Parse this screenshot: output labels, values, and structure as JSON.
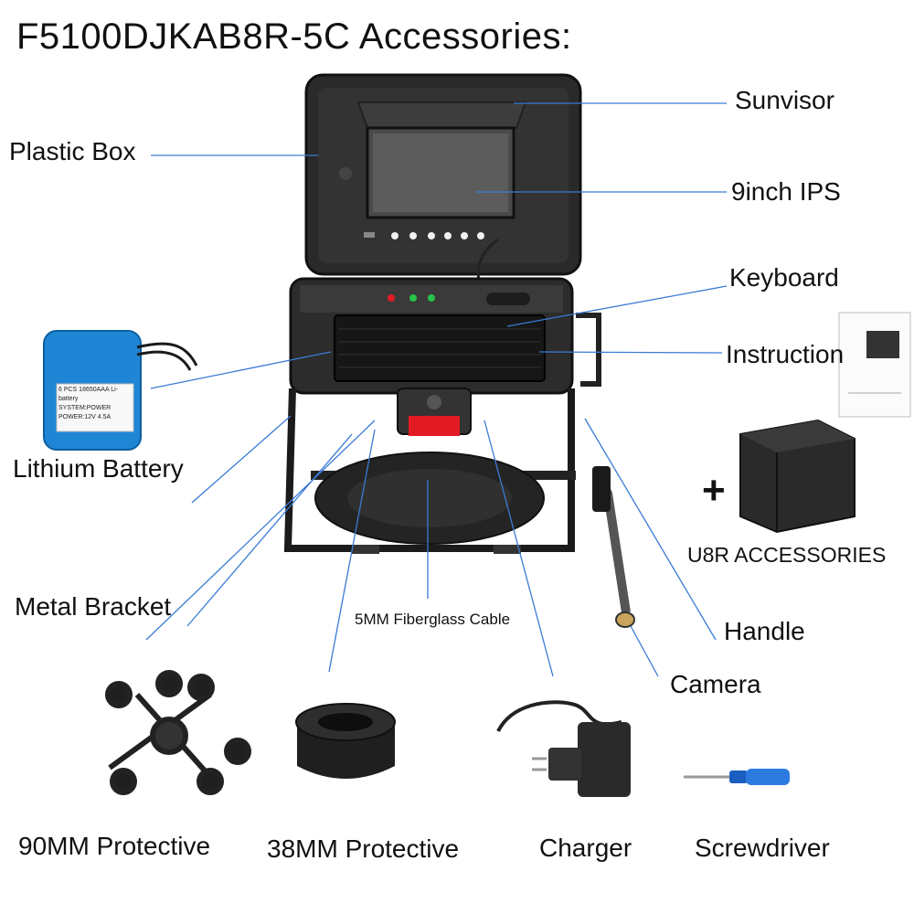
{
  "title": "F5100DJKAB8R-5C  Accessories:",
  "labels": {
    "sunvisor": "Sunvisor",
    "plastic_box": "Plastic Box",
    "ips": "9inch IPS",
    "keyboard": "Keyboard",
    "instruction": "Instruction",
    "lithium_battery": "Lithium Battery",
    "u8r_accessories": "U8R  ACCESSORIES",
    "metal_bracket": "Metal Bracket",
    "fiberglass_cable": "5MM Fiberglass Cable",
    "handle": "Handle",
    "camera": "Camera",
    "protective_90": "90MM Protective",
    "protective_38": "38MM Protective",
    "charger": "Charger",
    "screwdriver": "Screwdriver"
  },
  "plus_sign": "+",
  "battery_label": {
    "line1": "6 PCS 18650AAA Li-battery",
    "line2": "SYSTEM:POWER",
    "line3": "POWER:12V 4.5A"
  },
  "colors": {
    "callout_line": "#3a7bd5",
    "battery_blue": "#1f86d6",
    "accent_red": "#e21b22"
  }
}
